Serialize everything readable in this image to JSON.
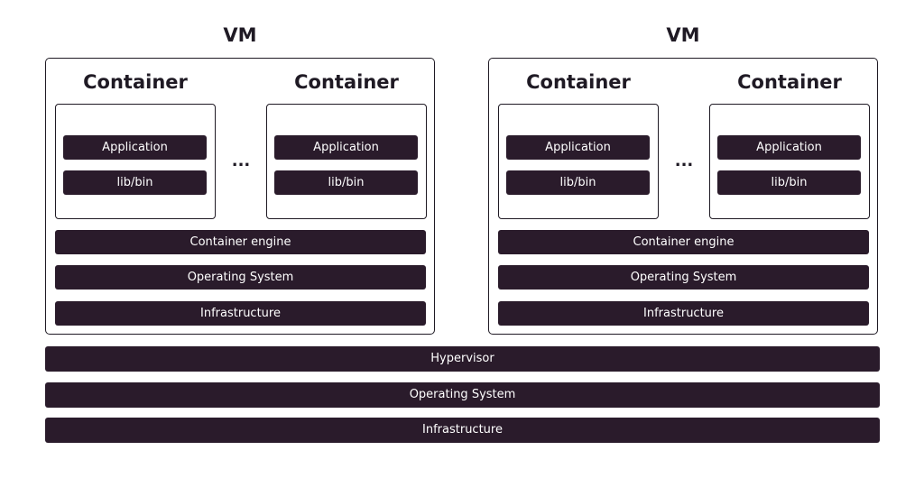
{
  "vms": [
    {
      "title": "VM",
      "containers": [
        {
          "title": "Container",
          "app": "Application",
          "lib": "lib/bin"
        },
        {
          "title": "Container",
          "app": "Application",
          "lib": "lib/bin"
        }
      ],
      "ellipsis": "...",
      "engine": "Container engine",
      "os": "Operating System",
      "infra": "Infrastructure"
    },
    {
      "title": "VM",
      "containers": [
        {
          "title": "Container",
          "app": "Application",
          "lib": "lib/bin"
        },
        {
          "title": "Container",
          "app": "Application",
          "lib": "lib/bin"
        }
      ],
      "ellipsis": "...",
      "engine": "Container engine",
      "os": "Operating System",
      "infra": "Infrastructure"
    }
  ],
  "host": {
    "hypervisor": "Hypervisor",
    "os": "Operating System",
    "infra": "Infrastructure"
  },
  "colors": {
    "bar": "#2a1b2b",
    "border": "#1f1a24",
    "text_on_bar": "#ffffff"
  }
}
